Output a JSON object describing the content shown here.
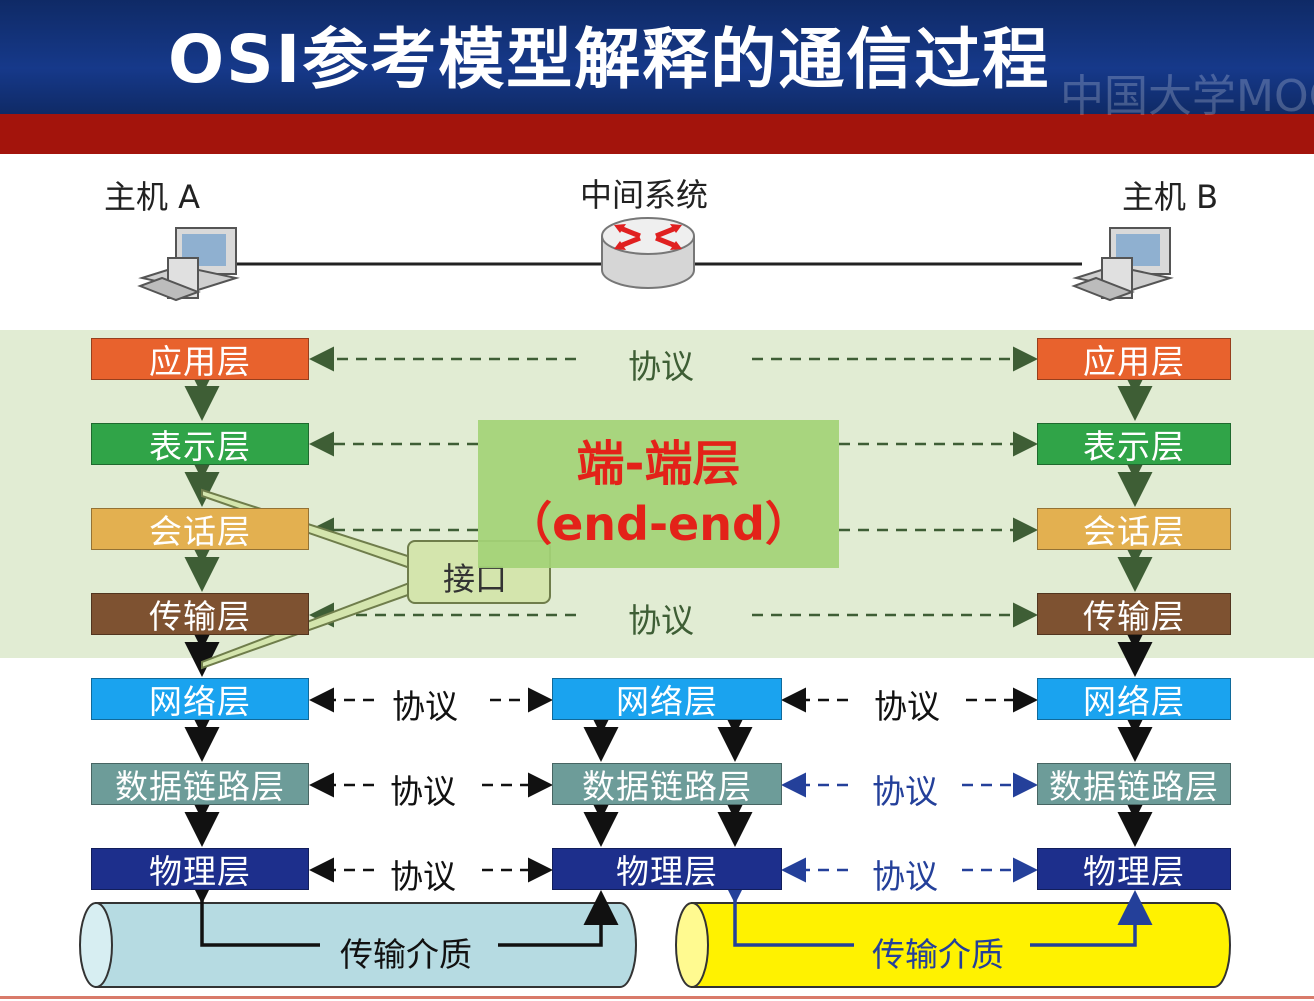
{
  "title": "OSI参考模型解释的通信过程",
  "watermark": "中国大学MOOC",
  "nodes": {
    "host_a": "主机 A",
    "middle": "中间系统",
    "host_b": "主机 B"
  },
  "layers": {
    "application": "应用层",
    "presentation": "表示层",
    "session": "会话层",
    "transport": "传输层",
    "network": "网络层",
    "datalink": "数据链路层",
    "physical": "物理层"
  },
  "protocol_label": "协议",
  "end_to_end": {
    "title": "端-端层",
    "subtitle": "（end-end）"
  },
  "interface_label": "接口",
  "medium_label": "传输介质",
  "colors": {
    "application": "#e8622d",
    "presentation": "#30a448",
    "session": "#e3b050",
    "transport": "#7e5231",
    "network": "#1aa3ef",
    "datalink": "#6d9c99",
    "physical": "#1d2f8c",
    "medium_left": "#b6dbe2",
    "medium_right": "#fff200",
    "protocol_green": "#3e5e35",
    "protocol_blue": "#24409a"
  }
}
